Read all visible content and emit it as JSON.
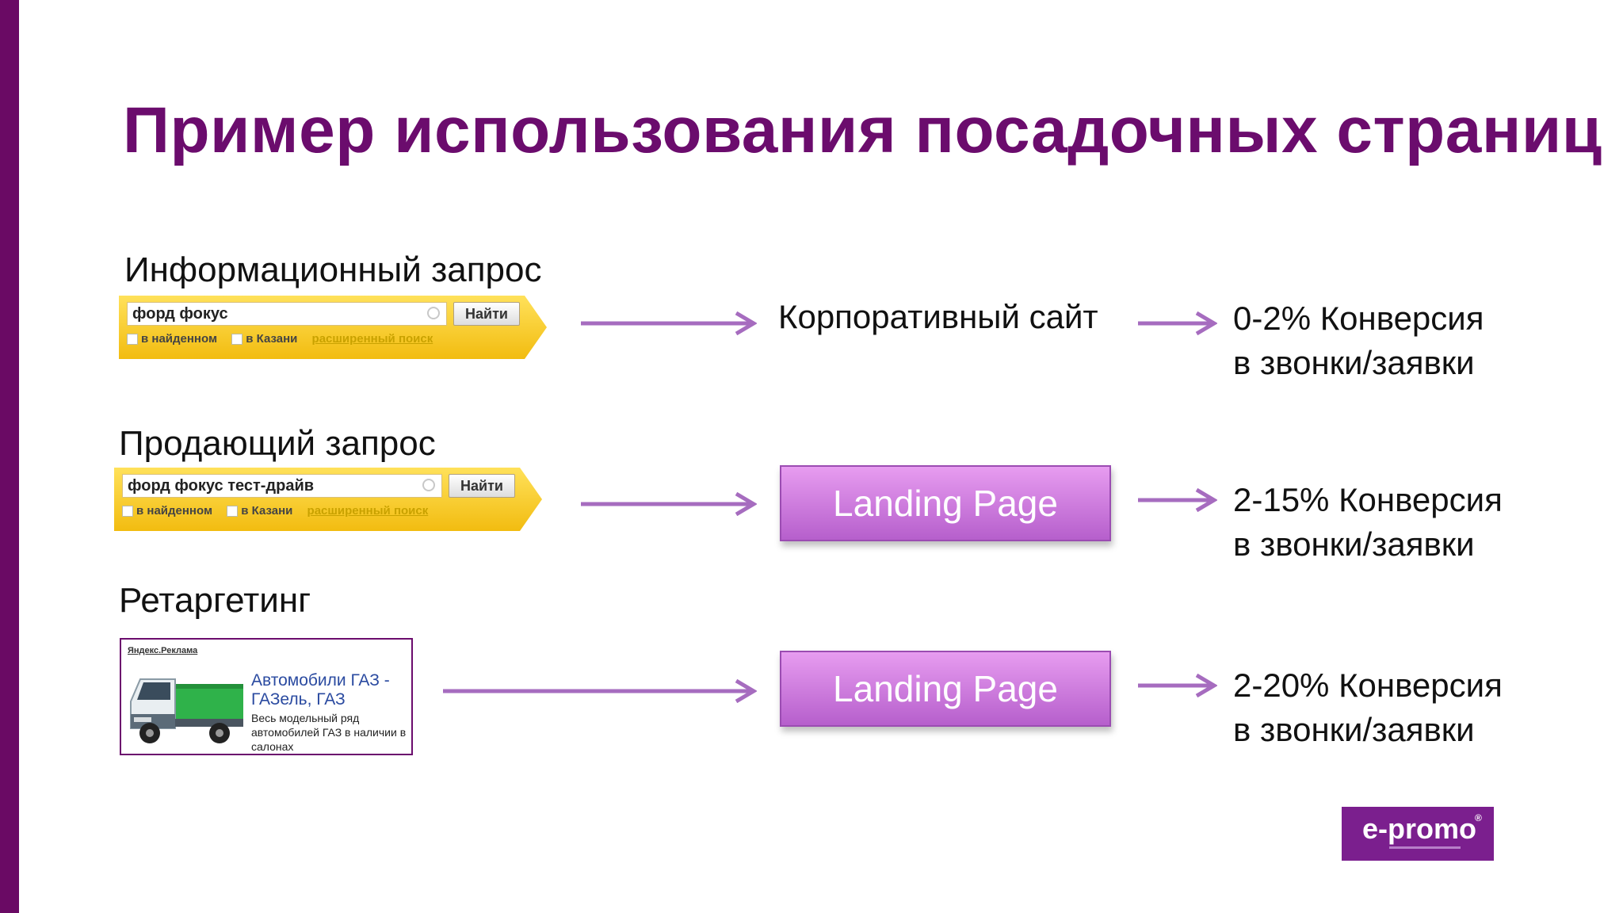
{
  "title": "Пример использования посадочных страниц",
  "rows": [
    {
      "label": "Информационный запрос",
      "search": {
        "query": "форд фокус",
        "button": "Найти",
        "opt1": "в найденном",
        "opt2": "в Казани",
        "advanced": "расширенный поиск"
      },
      "target": "Корпоративный сайт",
      "result_line1": "0-2% Конверсия",
      "result_line2": "в звонки/заявки"
    },
    {
      "label": "Продающий запрос",
      "search": {
        "query": "форд фокус тест-драйв",
        "button": "Найти",
        "opt1": "в найденном",
        "opt2": "в Казани",
        "advanced": "расширенный поиск"
      },
      "target": "Landing Page",
      "result_line1": "2-15% Конверсия",
      "result_line2": "в звонки/заявки"
    },
    {
      "label": "Ретаргетинг",
      "ad": {
        "header": "Яндекс.Реклама",
        "title": "Автомобили ГАЗ - ГАЗель, ГАЗ",
        "text": "Весь модельный ряд автомобилей ГАЗ в наличии в салонах"
      },
      "target": "Landing Page",
      "result_line1": "2-20% Конверсия",
      "result_line2": "в звонки/заявки"
    }
  ],
  "logo": {
    "text": "e-promo",
    "reg": "®"
  },
  "colors": {
    "brand": "#6b0c6d",
    "stripe": "#6a0a64",
    "arrow": "#a66cbf",
    "landing_top": "#e79cf0",
    "landing_bottom": "#b65fcc",
    "search_yellow": "#f5c518"
  },
  "icons": [
    "arrow-right-icon",
    "clear-icon",
    "checkbox-icon",
    "truck-icon"
  ]
}
